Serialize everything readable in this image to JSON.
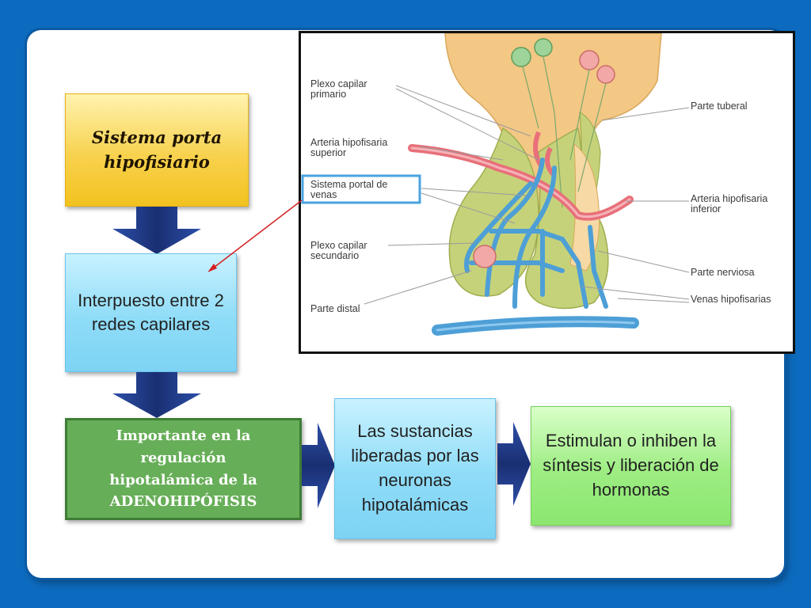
{
  "boxes": {
    "sistema": "Sistema porta hipofisiario",
    "interpuesto": "Interpuesto entre 2 redes capilares",
    "importante_line1": "Importante en la",
    "importante_line2": "regulación",
    "importante_line3": "hipotalámica de la",
    "importante_line4": "ADENOHIPÓFISIS",
    "sustancias": "Las sustancias liberadas por las neuronas hipotalámicas",
    "estimulan": "Estimulan o inhiben la síntesis y liberación de hormonas"
  },
  "figure_labels": {
    "plexo_primario_1": "Plexo capilar",
    "plexo_primario_2": "primario",
    "arteria_sup_1": "Arteria hipofisaria",
    "arteria_sup_2": "superior",
    "sistema_portal_1": "Sistema portal de",
    "sistema_portal_2": "venas",
    "plexo_secundario_1": "Plexo capilar",
    "plexo_secundario_2": "secundario",
    "parte_distal": "Parte distal",
    "parte_tuberal": "Parte tuberal",
    "arteria_inf_1": "Arteria hipofisaria",
    "arteria_inf_2": "inferior",
    "parte_nerviosa": "Parte nerviosa",
    "venas_hipofisarias": "Venas hipofisarias"
  },
  "colors": {
    "background": "#0d6bbf",
    "arrow_navy": "#1c3a86",
    "artery": "#e8707a",
    "vein": "#4d9fd6",
    "gland_green": "#c6d27a",
    "stalk_orange": "#f3c784",
    "highlight_box": "#4aa3df",
    "pointer_red": "#d42020"
  }
}
